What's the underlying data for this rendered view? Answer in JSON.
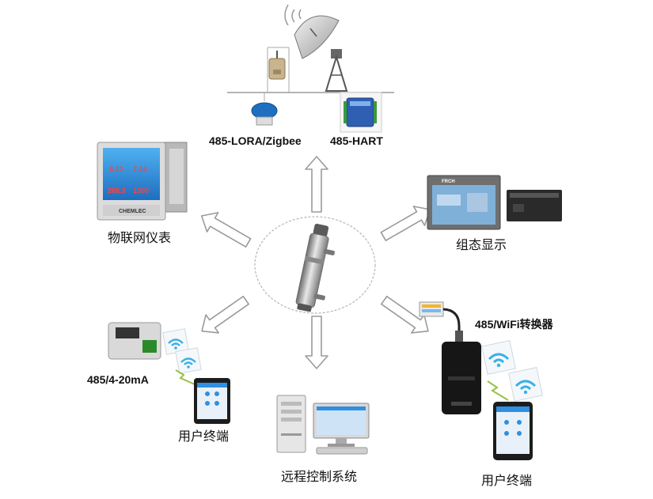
{
  "labels": {
    "lora": "485-LORA/Zigbee",
    "hart": "485-HART",
    "iot_meter": "物联网仪表",
    "config_display": "组态显示",
    "wifi_converter": "485/WiFi转换器",
    "analog": "485/4-20mA",
    "user_terminal_left": "用户终端",
    "remote_control": "远程控制系统",
    "user_terminal_right": "用户终端"
  },
  "brand_text": {
    "meter_logo": "CHEMLEC",
    "meter_v1": "6.12",
    "meter_v2": "7.14",
    "meter_v3": "266.3",
    "meter_v4": "1000",
    "hmi_logo": "FRCH"
  },
  "colors": {
    "arrow_stroke": "#9a9a9a",
    "ellipse_stroke": "#b5b5b5",
    "wifi_blue": "#3ab0e6",
    "screen_blue": "#2f8fe0",
    "hart_blue": "#2e5fb3"
  }
}
